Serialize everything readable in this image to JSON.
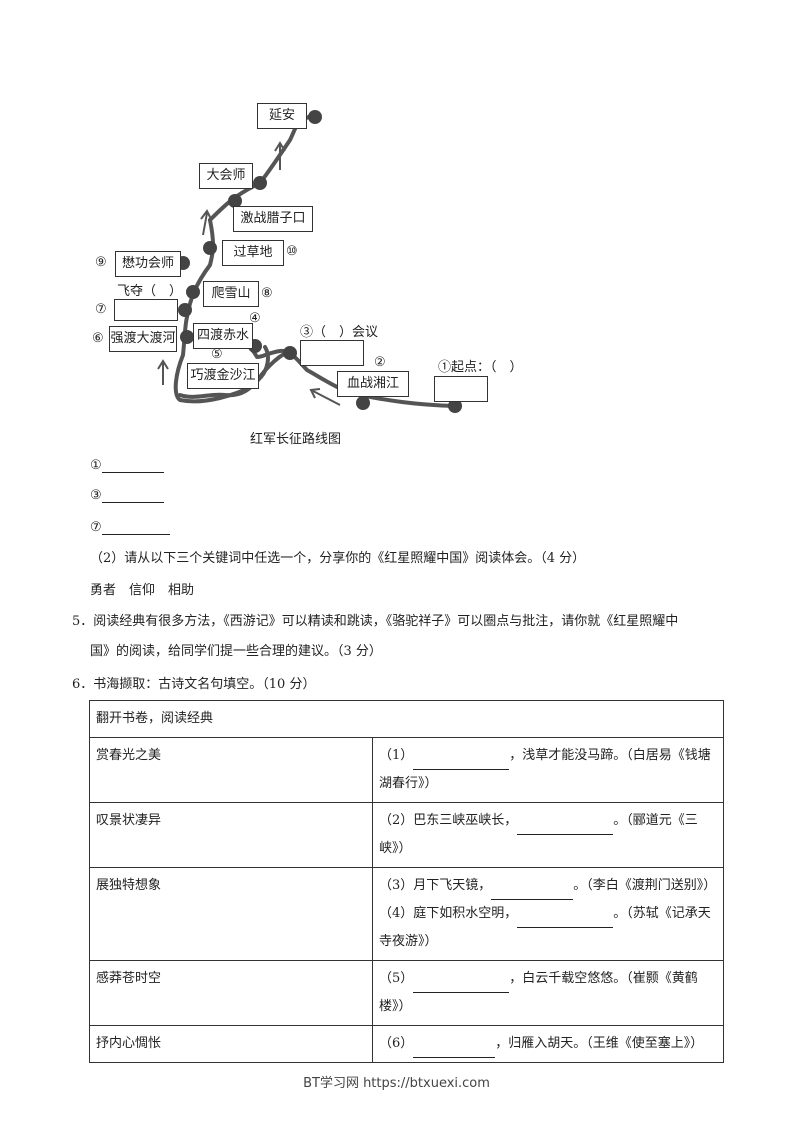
{
  "map": {
    "caption": "红军长征路线图",
    "labels": {
      "yanan": "延安",
      "dahuishi": "大会师",
      "lazikou": "激战腊子口",
      "caodi": "过草地",
      "maogong": "懋功会师",
      "feiduo": "飞夺（　）",
      "xueshan": "爬雪山",
      "dadu": "强渡大渡河",
      "chishui": "四渡赤水",
      "jinsha": "巧渡金沙江",
      "huiyi": "③（　）会议",
      "xiangjiang": "血战湘江",
      "qidian": "①起点：（　）"
    },
    "markers": {
      "m9": "⑨",
      "m10": "⑩",
      "m7": "⑦",
      "m8": "⑧",
      "m6": "⑥",
      "m4": "④",
      "m5": "⑤",
      "m2": "②"
    }
  },
  "answer_lines": [
    "①",
    "③",
    "⑦"
  ],
  "q4_2": "（2）请从以下三个关键词中任选一个，分享你的《红星照耀中国》阅读体会。（4 分）",
  "keywords": "勇者　信仰　相助",
  "q5": "5．阅读经典有很多方法，《西游记》可以精读和跳读，《骆驼祥子》可以圈点与批注，请你就《红星照耀中",
  "q5_cont": "国》的阅读，给同学们提一些合理的建议。（3 分）",
  "q6": "6．书海撷取：古诗文名句填空。（10 分）",
  "table": {
    "header": "翻开书卷，阅读经典",
    "rows": [
      {
        "theme": "赏春光之美",
        "pre": "（1）",
        "post": "，浅草才能没马蹄。（白居易《钱塘",
        "post2": "湖春行》）"
      },
      {
        "theme": "叹景状凄异",
        "pre": "（2）巴东三峡巫峡长，",
        "post": "。（郦道元《三峡》）"
      },
      {
        "theme": "展独特想象",
        "pre": "（3）月下飞天镜，",
        "post": "。（李白《渡荆门送别》）",
        "pre_b": "（4）庭下如积水空明，",
        "post_b": "。（苏轼《记承天",
        "post_b2": "寺夜游》）"
      },
      {
        "theme": "感莽苍时空",
        "pre": "（5）",
        "post": "，白云千载空悠悠。（崔颢《黄鹤楼》）"
      },
      {
        "theme": "抒内心惆怅",
        "pre": "（6）",
        "post": "，归雁入胡天。（王维《使至塞上》）"
      }
    ]
  },
  "footer": "BT学习网 https://btxuexi.com"
}
